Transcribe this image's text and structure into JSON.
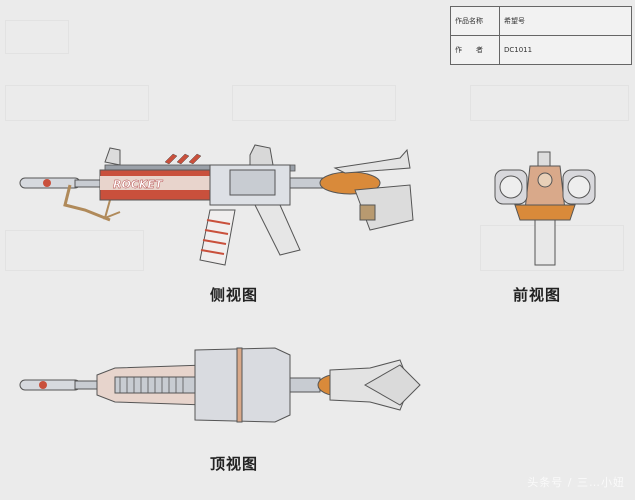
{
  "info_table": {
    "rows": [
      {
        "key": "作品名称",
        "value": "希望号"
      },
      {
        "key": "作　　者",
        "value": "DC1011"
      }
    ]
  },
  "views": {
    "side": {
      "caption": "侧视图",
      "gun_text": "ROCKET"
    },
    "front": {
      "caption": "前视图"
    },
    "top": {
      "caption": "顶视图"
    }
  },
  "watermark": {
    "text": "头条号 / 三…小妞"
  },
  "colors": {
    "background": "#ebebeb",
    "orange": "#d98a3a",
    "red_stripe": "#c9503c",
    "metal": "#c8ccd2",
    "dark": "#4a4d55"
  }
}
